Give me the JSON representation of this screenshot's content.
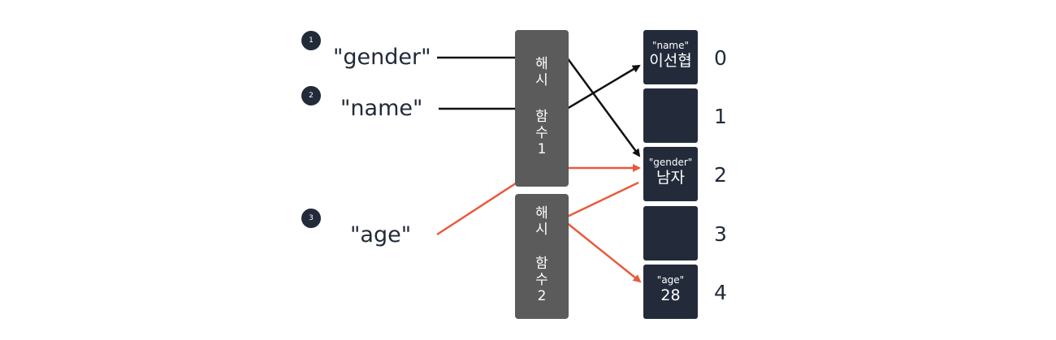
{
  "steps": [
    {
      "number": "1",
      "key": "\"gender\""
    },
    {
      "number": "2",
      "key": "\"name\""
    },
    {
      "number": "3",
      "key": "\"age\""
    }
  ],
  "hash_functions": [
    {
      "top": "해\n시",
      "bottom": "함\n수\n1"
    },
    {
      "top": "해\n시",
      "bottom": "함\n수\n2"
    }
  ],
  "slots": [
    {
      "index": "0",
      "key": "\"name\"",
      "value": "이선협"
    },
    {
      "index": "1",
      "key": "",
      "value": ""
    },
    {
      "index": "2",
      "key": "\"gender\"",
      "value": "남자"
    },
    {
      "index": "3",
      "key": "",
      "value": ""
    },
    {
      "index": "4",
      "key": "\"age\"",
      "value": "28"
    }
  ],
  "colors": {
    "black_arrow": "#111111",
    "red_arrow": "#ea5a3c",
    "slot_fill": "#232b3b",
    "hash_fill": "#5b5b5b"
  }
}
